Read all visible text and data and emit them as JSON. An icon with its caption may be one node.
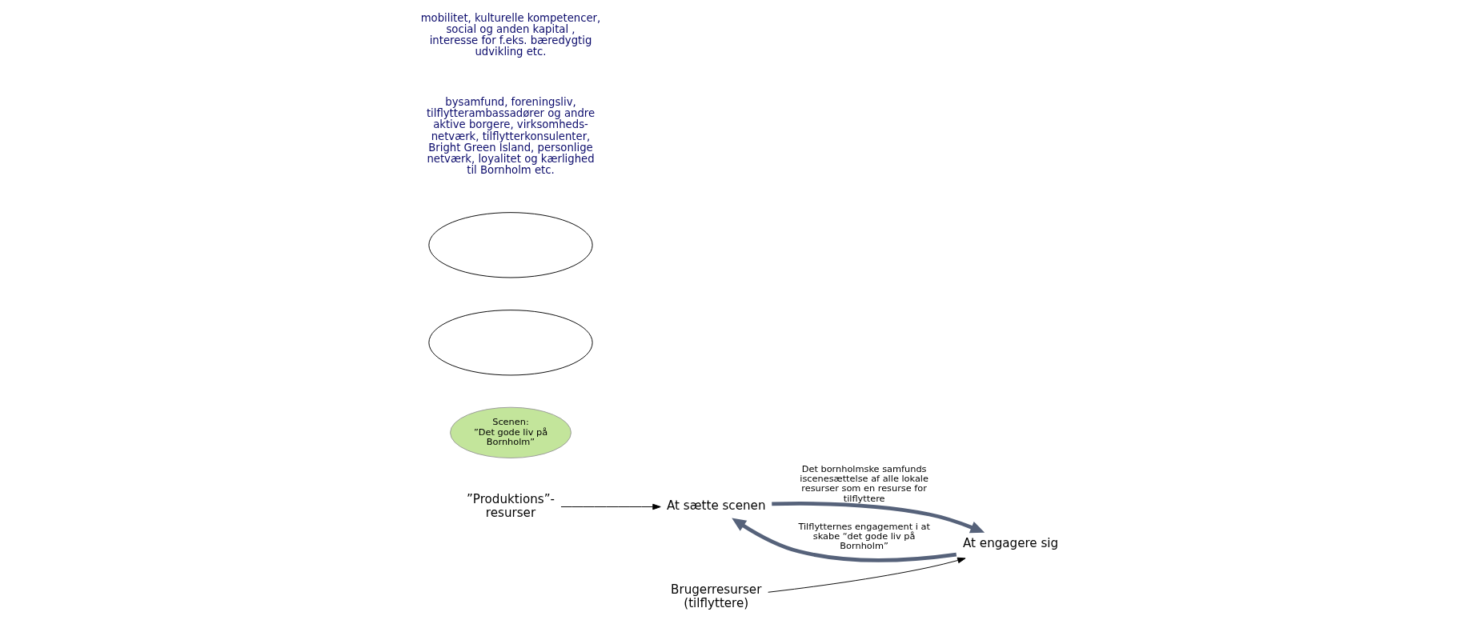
{
  "diagram": {
    "nodes": [
      {
        "text": [
          "”Produktions”- resurser"
        ]
      },
      {
        "text": [
          "At sætte scenen"
        ]
      },
      {
        "text": [
          "Scenen:",
          "”Det gode liv på Bornholm”"
        ]
      },
      {
        "text": [
          "At engagere sig"
        ]
      },
      {
        "text": [
          "Brugerresurser (tilflyttere)"
        ]
      },
      {
        "text": [],
        "shape": "ellipse"
      },
      {
        "text": [],
        "shape": "ellipse"
      }
    ],
    "edges": [
      {
        "from": 0,
        "to": 1,
        "arrow": "to"
      },
      {
        "from": 4,
        "to": 3,
        "arrow": "to"
      },
      {
        "from": 1,
        "to": 3,
        "arrow": "to",
        "label": "Det bornholmske samfunds iscenesættelse af alle lokale resurser som en resurse for tilflyttere",
        "style": "thick",
        "color": "#56627a"
      },
      {
        "from": 3,
        "to": 1,
        "arrow": "to",
        "label": "Tilflytternes engagement i at skabe “det gode liv på Bornholm”",
        "style": "thick",
        "color": "#56627a"
      }
    ],
    "labels": [
      "bysamfund, foreningsliv, tilflytterambassadører og andre aktive borgere, virksomheds-netværk, tilflytterkonsulenter, Bright Green Island, personlige netværk, loyalitet og kærlighed til Bornholm etc.",
      "mobilitet, kulturelle kompetencer, social og anden kapital , interesse for f.eks. bæredygtig udvikling etc."
    ]
  }
}
